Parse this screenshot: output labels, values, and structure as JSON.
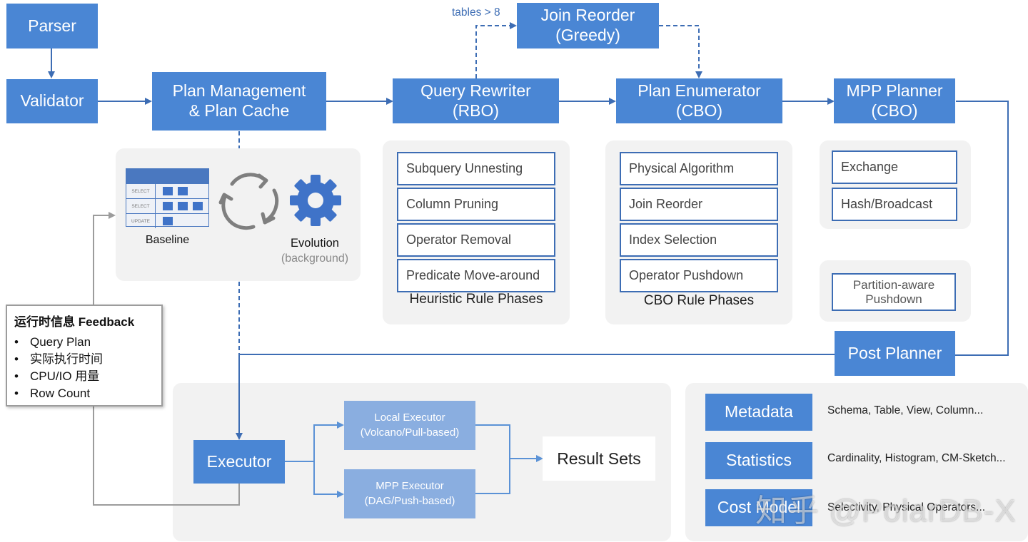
{
  "pipeline": {
    "parser": "Parser",
    "validator": "Validator",
    "plan_management": [
      "Plan Management",
      "& Plan Cache"
    ],
    "query_rewriter": [
      "Query Rewriter",
      "(RBO)"
    ],
    "join_reorder": [
      "Join Reorder",
      "(Greedy)"
    ],
    "join_reorder_condition": "tables > 8",
    "plan_enumerator": [
      "Plan Enumerator",
      "(CBO)"
    ],
    "mpp_planner": [
      "MPP Planner",
      "(CBO)"
    ],
    "post_planner": "Post Planner"
  },
  "plan_management_panel": {
    "baseline_label": "Baseline",
    "baseline_rows": [
      "SELECT",
      "SELECT",
      "UPDATE"
    ],
    "baseline_row_blocks": [
      2,
      3,
      1
    ],
    "evolution_label": "Evolution",
    "evolution_sub": "(background)"
  },
  "heuristic_panel": {
    "rules": [
      "Subquery Unnesting",
      "Column Pruning",
      "Operator Removal",
      "Predicate Move-around"
    ],
    "caption": "Heuristic Rule Phases"
  },
  "cbo_panel": {
    "rules": [
      "Physical Algorithm",
      "Join Reorder",
      "Index Selection",
      "Operator Pushdown"
    ],
    "caption": "CBO Rule Phases"
  },
  "mpp_panel": {
    "rules": [
      "Exchange",
      "Hash/Broadcast"
    ]
  },
  "post_panel": {
    "rule": [
      "Partition-aware",
      "Pushdown"
    ]
  },
  "feedback": {
    "title": "运行时信息 Feedback",
    "items": [
      "Query Plan",
      "实际执行时间",
      "CPU/IO 用量",
      "Row Count"
    ],
    "bullet": "•"
  },
  "execution": {
    "executor": "Executor",
    "local_executor": [
      "Local Executor",
      "(Volcano/Pull-based)"
    ],
    "mpp_executor": [
      "MPP Executor",
      "(DAG/Push-based)"
    ],
    "result_sets": "Result Sets"
  },
  "catalog": {
    "rows": [
      {
        "label": "Metadata",
        "desc": "Schema, Table, View, Column..."
      },
      {
        "label": "Statistics",
        "desc": "Cardinality, Histogram, CM-Sketch..."
      },
      {
        "label": "Cost Model",
        "desc": "Selectivity, Physical Operators..."
      }
    ]
  },
  "watermark": "知乎 @PolarDB-X",
  "colors": {
    "primary_blue": "#4a86d4",
    "light_blue": "#8aaee0",
    "line_blue": "#3d6db4",
    "panel_gray": "#f2f2f2",
    "feedback_gray": "#9c9c9c"
  }
}
